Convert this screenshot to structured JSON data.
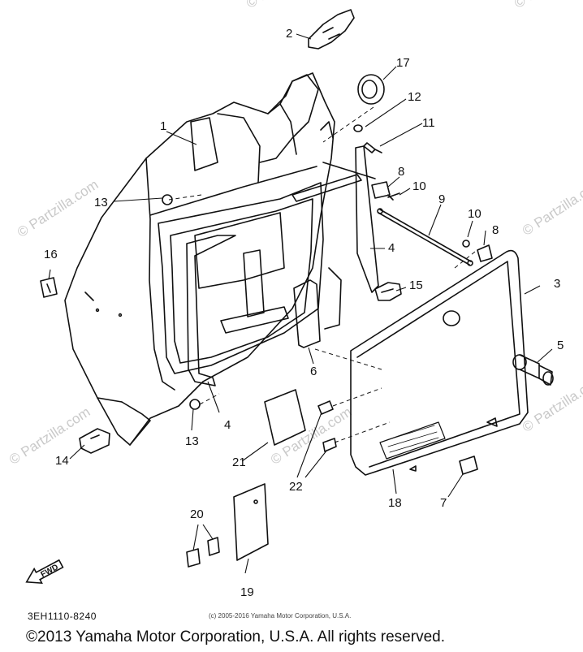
{
  "watermark": {
    "text": "© Partzilla.com",
    "color": "#c9c9c9"
  },
  "diagram_code": "3EH1110-8240",
  "small_copyright": "(c) 2005-2016 Yamaha Motor Corporation, U.S.A.",
  "copyright": "©2013 Yamaha Motor Corporation, U.S.A. All rights reserved.",
  "direction_arrow": {
    "label": "FWD",
    "icon": "forward-arrow-icon"
  },
  "callouts": {
    "c1": "1",
    "c2": "2",
    "c3": "3",
    "c4a": "4",
    "c4b": "4",
    "c5": "5",
    "c6": "6",
    "c7": "7",
    "c8a": "8",
    "c8b": "8",
    "c9": "9",
    "c10a": "10",
    "c10b": "10",
    "c11": "11",
    "c12": "12",
    "c13a": "13",
    "c13b": "13",
    "c14": "14",
    "c15": "15",
    "c16": "16",
    "c17": "17",
    "c18": "18",
    "c19": "19",
    "c20": "20",
    "c21": "21",
    "c22": "22"
  }
}
